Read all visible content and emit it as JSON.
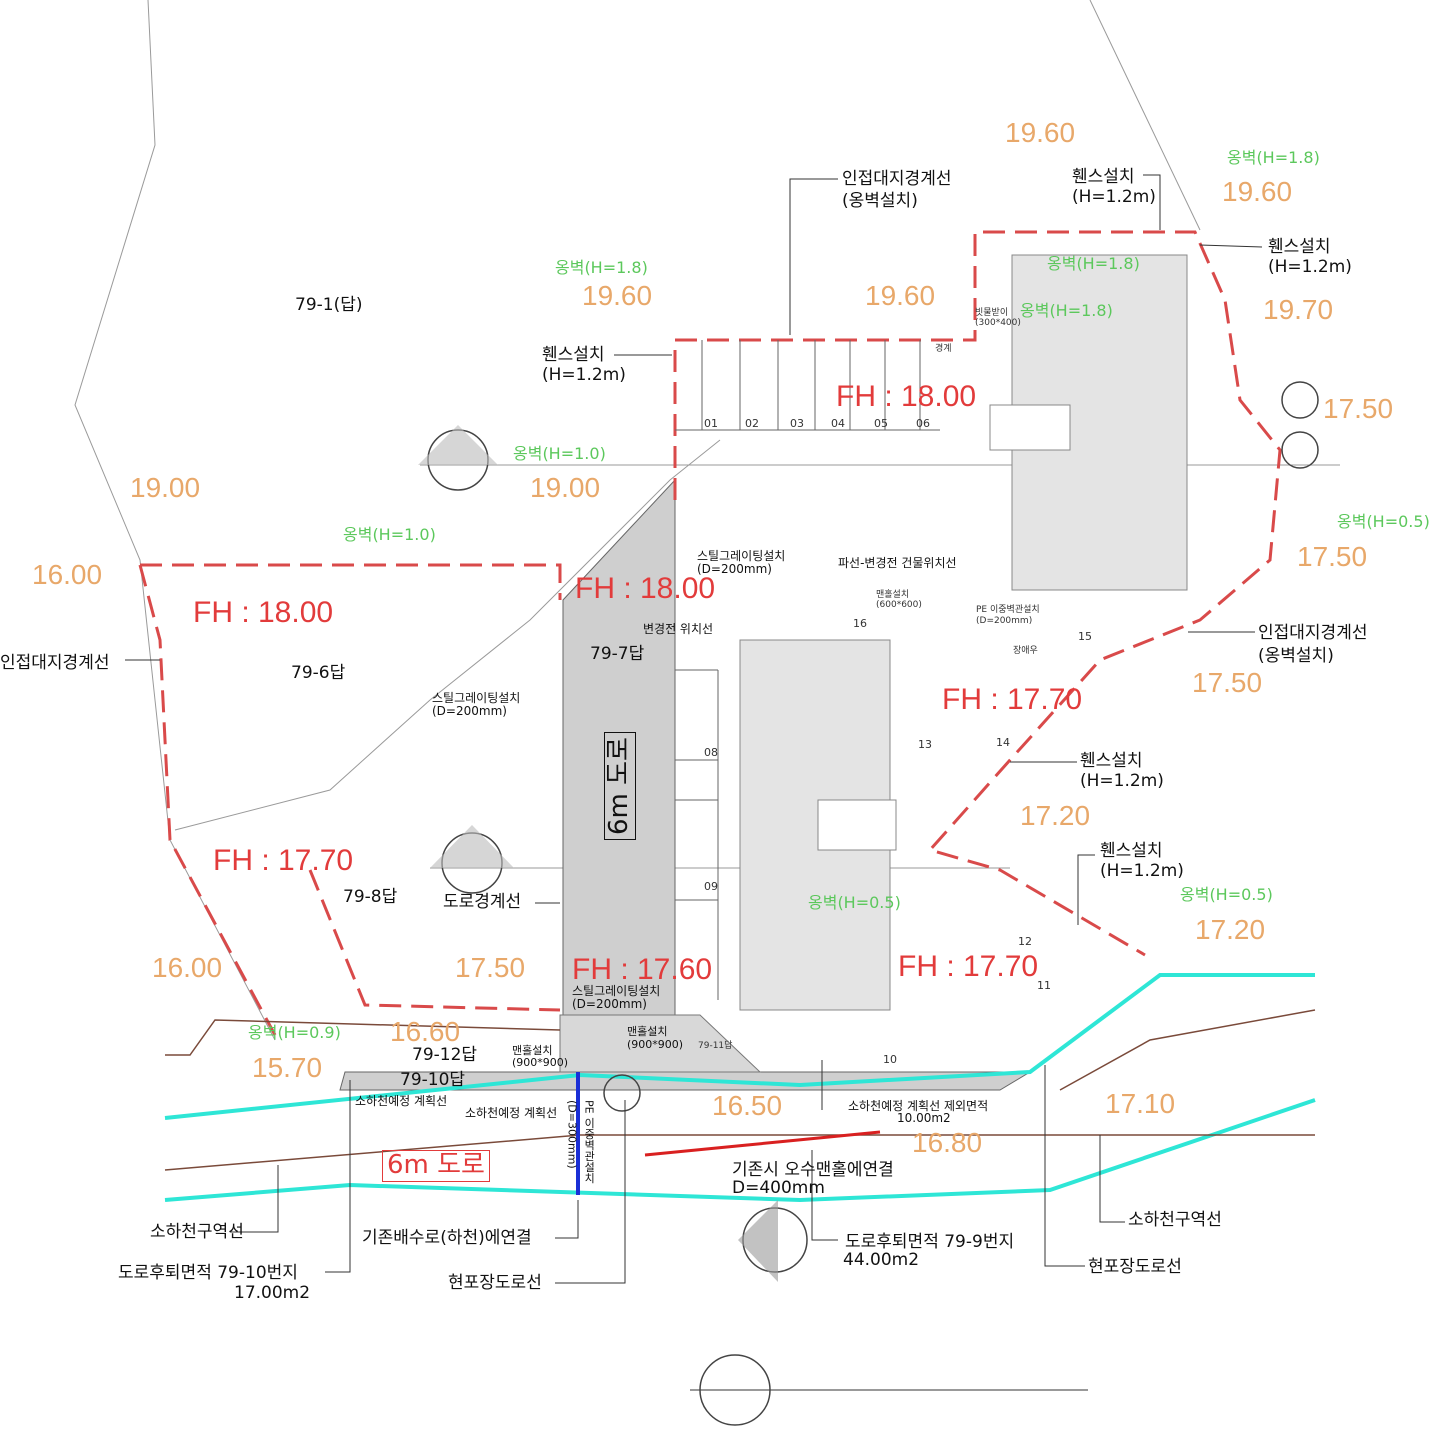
{
  "elevations": [
    "19.60",
    "19.60",
    "19.60",
    "19.60",
    "19.70",
    "17.50",
    "19.00",
    "19.00",
    "17.50",
    "16.00",
    "17.50",
    "17.20",
    "17.20",
    "16.00",
    "17.50",
    "16.60",
    "15.70",
    "16.50",
    "17.10",
    "16.80"
  ],
  "floor_heights": [
    "FH : 18.00",
    "FH : 18.00",
    "FH : 18.00",
    "FH : 17.70",
    "FH : 17.70",
    "FH : 17.60",
    "FH : 17.70"
  ],
  "lots": [
    "79-1(답)",
    "79-6답",
    "79-7답",
    "79-8답",
    "79-12답",
    "79-10답",
    "79-11답"
  ],
  "labels": {
    "adjacent_boundary_top": "인접대지경계선",
    "adjacent_boundary_top_sub": "(옹벽설치)",
    "fence_top": "휀스설치",
    "fence_top_sub": "(H=1.2m)",
    "fence_right": "휀스설치",
    "fence_right_sub": "(H=1.2m)",
    "fence_left": "휀스설치",
    "fence_left_sub": "(H=1.2m)",
    "adjacent_boundary_left": "인접대지경계선",
    "adjacent_boundary_right": "인접대지경계선",
    "adjacent_boundary_right_sub": "(옹벽설치)",
    "fence_mid_right": "휀스설치",
    "fence_mid_right_sub": "(H=1.2m)",
    "fence_lower_right": "휀스설치",
    "fence_lower_right_sub": "(H=1.2m)",
    "grating_1": "스틸그레이팅설치",
    "grating_1_sub": "(D=200mm)",
    "grating_2": "스틸그레이팅설치",
    "grating_2_sub": "(D=200mm)",
    "grating_3": "스틸그레이팅설치",
    "grating_3_sub": "(D=200mm)",
    "building_change": "파선-변경전 건물위치선",
    "before_change": "변경전 위치선",
    "road_boundary": "도로경계선",
    "stream_plan_1": "소하천예정 계획선",
    "stream_plan_2": "소하천예정 계획선",
    "stream_plan_excl": "소하천예정 계획선 제외면적",
    "stream_plan_excl_area": "10.00m2",
    "manhole_1": "맨홀설치",
    "manhole_1_sub": "(900*900)",
    "manhole_2": "맨홀설치",
    "manhole_2_sub": "(900*900)",
    "existing_sewer": "기존시 오수맨홀에연결",
    "existing_sewer_sub": "D=400mm",
    "stream_area_left": "소하천구역선",
    "stream_area_right": "소하천구역선",
    "drain_connect": "기존배수로(하천)에연결",
    "road_setback_left": "도로후퇴면적 79-10번지",
    "road_setback_left_area": "17.00m2",
    "road_setback_right": "도로후퇴면적 79-9번지",
    "road_setback_right_area": "44.00m2",
    "pavement_left": "현포장도로선",
    "pavement_right": "현포장도로선",
    "road_6m_h": "6m 도로",
    "road_6m_v": "6m 도로",
    "pe_pipe_v": "PE 이중벽관설치",
    "pe_pipe_v_sub": "(D=300mm)"
  },
  "walls": [
    "옹벽(H=1.8)",
    "옹벽(H=1.8)",
    "옹벽(H=1.8)",
    "옹벽(H=1.8)",
    "옹벽(H=1.0)",
    "옹벽(H=1.0)",
    "옹벽(H=0.5)",
    "옹벽(H=0.5)",
    "옹벽(H=0.5)",
    "옹벽(H=0.9)"
  ],
  "parking": [
    "01",
    "02",
    "03",
    "04",
    "05",
    "06",
    "08",
    "09",
    "10",
    "11",
    "12",
    "13",
    "14",
    "15",
    "16"
  ],
  "small_notes": [
    "빗물받이",
    "(300*400)",
    "경계",
    "맨홀설치",
    "(600*600)",
    "PE 이중벽관설치",
    "(D=200mm)",
    "장애우"
  ],
  "colors": {
    "elevation": "#e8a86a",
    "floor_height": "#e23b3b",
    "boundary": "#d94a4a",
    "wall": "#5cc85c",
    "stream": "#2ee6d6",
    "pipe": "#1a2fd6"
  }
}
